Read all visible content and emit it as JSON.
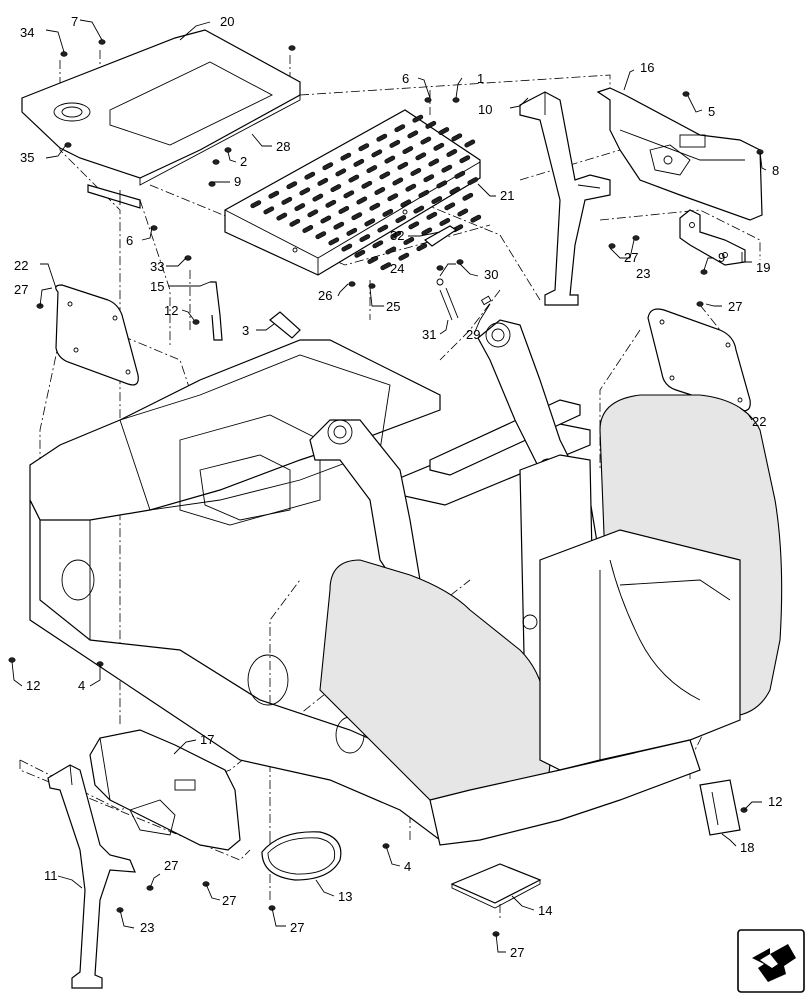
{
  "callouts": [
    {
      "id": "c34",
      "text": "34"
    },
    {
      "id": "c7",
      "text": "7"
    },
    {
      "id": "c20",
      "text": "20"
    },
    {
      "id": "c35",
      "text": "35"
    },
    {
      "id": "c6a",
      "text": "6"
    },
    {
      "id": "c1",
      "text": "1"
    },
    {
      "id": "c10",
      "text": "10"
    },
    {
      "id": "c16",
      "text": "16"
    },
    {
      "id": "c5",
      "text": "5"
    },
    {
      "id": "c8",
      "text": "8"
    },
    {
      "id": "c28",
      "text": "28"
    },
    {
      "id": "c2",
      "text": "2"
    },
    {
      "id": "c9a",
      "text": "9"
    },
    {
      "id": "c21",
      "text": "21"
    },
    {
      "id": "c6b",
      "text": "6"
    },
    {
      "id": "c33",
      "text": "33"
    },
    {
      "id": "c32",
      "text": "32"
    },
    {
      "id": "c24",
      "text": "24"
    },
    {
      "id": "c30",
      "text": "30"
    },
    {
      "id": "c27a",
      "text": "27"
    },
    {
      "id": "c23a",
      "text": "23"
    },
    {
      "id": "c9b",
      "text": "9"
    },
    {
      "id": "c19",
      "text": "19"
    },
    {
      "id": "c22a",
      "text": "22"
    },
    {
      "id": "c27b",
      "text": "27"
    },
    {
      "id": "c15",
      "text": "15"
    },
    {
      "id": "c12a",
      "text": "12"
    },
    {
      "id": "c26",
      "text": "26"
    },
    {
      "id": "c25",
      "text": "25"
    },
    {
      "id": "c3",
      "text": "3"
    },
    {
      "id": "c31",
      "text": "31"
    },
    {
      "id": "c29",
      "text": "29"
    },
    {
      "id": "c27c",
      "text": "27"
    },
    {
      "id": "c22b",
      "text": "22"
    },
    {
      "id": "c12b",
      "text": "12"
    },
    {
      "id": "c4a",
      "text": "4"
    },
    {
      "id": "c17",
      "text": "17"
    },
    {
      "id": "c12c",
      "text": "12"
    },
    {
      "id": "c18",
      "text": "18"
    },
    {
      "id": "c11",
      "text": "11"
    },
    {
      "id": "c27d",
      "text": "27"
    },
    {
      "id": "c27e",
      "text": "27"
    },
    {
      "id": "c23b",
      "text": "23"
    },
    {
      "id": "c13",
      "text": "13"
    },
    {
      "id": "c27f",
      "text": "27"
    },
    {
      "id": "c4b",
      "text": "4"
    },
    {
      "id": "c14",
      "text": "14"
    },
    {
      "id": "c27g",
      "text": "27"
    }
  ],
  "icons": {
    "navigation": "arrow-navigation-icon"
  },
  "colors": {
    "line": "#000000",
    "background": "#ffffff"
  }
}
